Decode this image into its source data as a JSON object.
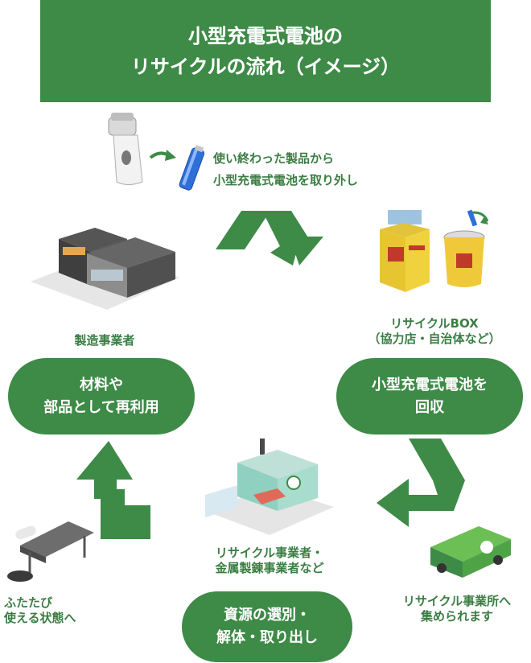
{
  "header": {
    "title_line1": "小型充電式電池の",
    "title_line2": "リサイクルの流れ（イメージ）"
  },
  "steps": {
    "remove": {
      "line1": "使い終わった製品から",
      "line2": "小型充電式電池を取り外し"
    },
    "box": {
      "line1": "リサイクルBOX",
      "line2": "（協力店・自治体など）"
    },
    "collect": {
      "line1": "小型充電式電池を",
      "line2": "回収"
    },
    "transport": {
      "line1": "リサイクル事業所へ",
      "line2": "集められます"
    },
    "recycler": {
      "line1": "リサイクル事業者・",
      "line2": "金属製錬事業者など"
    },
    "sort": {
      "line1": "資源の選別・",
      "line2": "解体・取り出し"
    },
    "reuse_state": {
      "line1": "ふたたび",
      "line2": "使える状態へ"
    },
    "materials": {
      "line1": "材料や",
      "line2": "部品として再利用"
    },
    "manufacturer": {
      "label": "製造事業者"
    }
  },
  "colors": {
    "primary": "#3e8a47",
    "text": "#3a7d43"
  }
}
